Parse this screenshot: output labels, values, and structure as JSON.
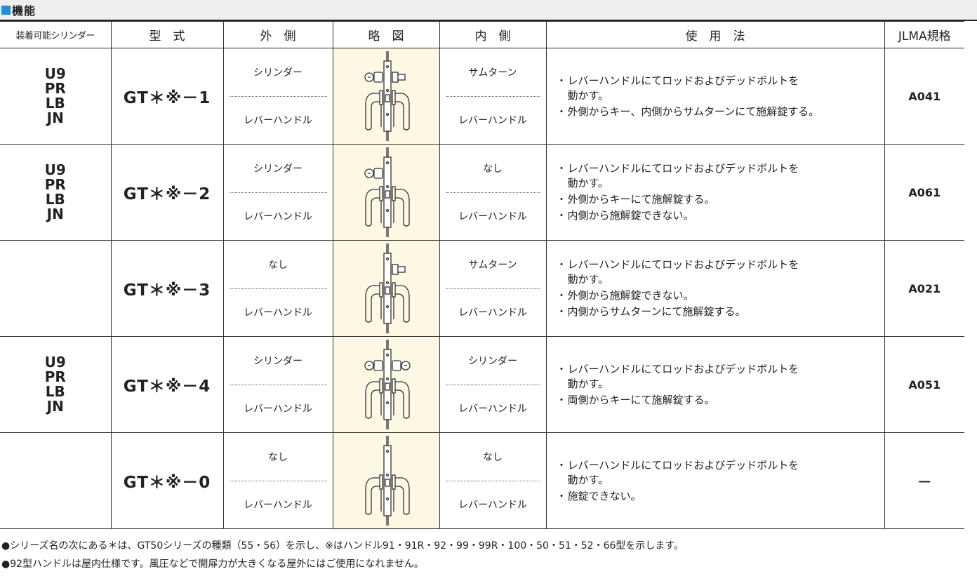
{
  "title": "機能",
  "headers": {
    "series": "装着可能シリンダー",
    "model": "型　式",
    "outside": "外　側",
    "diagram": "略　図",
    "inside": "内　側",
    "usage": "使　用　法",
    "jlma": "JLMA規格"
  },
  "rows": [
    {
      "series": [
        "U9",
        "PR",
        "LB",
        "JN"
      ],
      "model": "GT＊※－1",
      "outside_top": "シリンダー",
      "outside_bottom": "レバーハンドル",
      "inside_top": "サムターン",
      "inside_bottom": "レバーハンドル",
      "usage": [
        "レバーハンドルにてロッドおよびデッドボルトを\n動かす。",
        "外側からキー、内側からサムターンにて施解錠する。"
      ],
      "jlma": "A041"
    },
    {
      "series": [
        "U9",
        "PR",
        "LB",
        "JN"
      ],
      "model": "GT＊※－2",
      "outside_top": "シリンダー",
      "outside_bottom": "レバーハンドル",
      "inside_top": "なし",
      "inside_bottom": "レバーハンドル",
      "usage": [
        "レバーハンドルにてロッドおよびデッドボルトを\n動かす。",
        "外側からキーにて施解錠する。",
        "内側から施解錠できない。"
      ],
      "jlma": "A061"
    },
    {
      "series": [
        "",
        "",
        "",
        ""
      ],
      "model": "GT＊※－3",
      "outside_top": "なし",
      "outside_bottom": "レバーハンドル",
      "inside_top": "サムターン",
      "inside_bottom": "レバーハンドル",
      "usage": [
        "レバーハンドルにてロッドおよびデッドボルトを\n動かす。",
        "外側から施解錠できない。",
        "内側からサムターンにて施解錠する。"
      ],
      "jlma": "A021"
    },
    {
      "series": [
        "U9",
        "PR",
        "LB",
        "JN"
      ],
      "model": "GT＊※－4",
      "outside_top": "シリンダー",
      "outside_bottom": "レバーハンドル",
      "inside_top": "シリンダー",
      "inside_bottom": "レバーハンドル",
      "usage": [
        "レバーハンドルにてロッドおよびデッドボルトを\n動かす。",
        "両側からキーにて施解錠する。"
      ],
      "jlma": "A051"
    },
    {
      "series": [
        "",
        "",
        "",
        ""
      ],
      "model": "GT＊※－0",
      "outside_top": "なし",
      "outside_bottom": "レバーハンドル",
      "inside_top": "なし",
      "inside_bottom": "レバーハンドル",
      "usage": [
        "レバーハンドルにてロッドおよびデッドボルトを\n動かす。",
        "施錠できない。"
      ],
      "jlma": "―"
    }
  ],
  "usage_bullet": "・",
  "notes": [
    "●シリーズ名の次にある＊は、GT50シリーズの種類（55・56）を示し、※はハンドル91・91R・92・99・99R・100・50・51・52・66型を示します。",
    "●92型ハンドルは屋内仕様です。風圧などで開扉力が大きくなる屋外にはご使用になれません。"
  ]
}
